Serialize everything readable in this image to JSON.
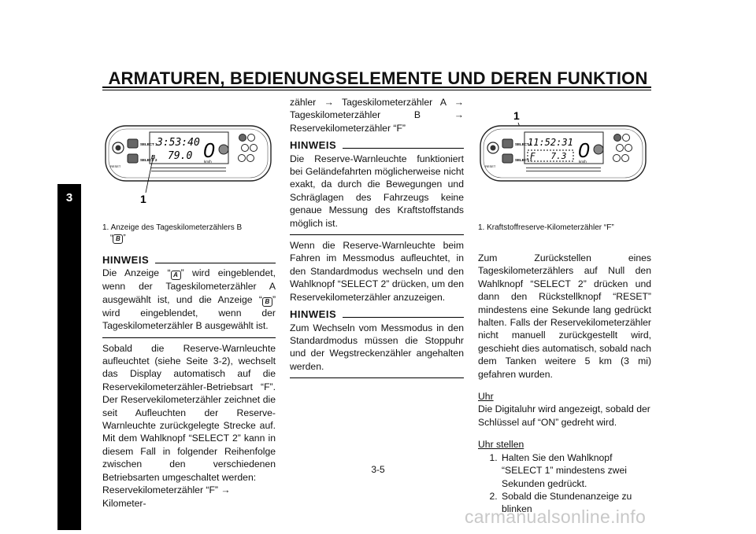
{
  "header": {
    "title": "ARMATUREN, BEDIENUNGSELEMENTE UND DEREN FUNKTION",
    "chapter_tab": "3"
  },
  "figure_left": {
    "callout": "1",
    "display_time": "3:53:40",
    "display_trip": "79.0",
    "display_speed": "0",
    "unit": "km/h",
    "btn_select1": "SELECT 1",
    "btn_select2": "SELECT 2",
    "btn_reset": "RESET",
    "caption_prefix": "1. Anzeige des Tageskilometerzählers B",
    "caption_icon": "B",
    "caption_suffix": "“ ”"
  },
  "col1": {
    "hinweis": "HINWEIS",
    "note_a": "Die Anzeige “",
    "icon_a": "A",
    "note_b": "” wird eingeblendet, wenn der Tageskilometerzähler A ausgewählt ist, und die Anzeige “",
    "icon_b": "B",
    "note_c": "” wird eingeblendet, wenn der Tageskilometerzähler B ausgewählt ist.",
    "body": "Sobald die Reserve-Warnleuchte aufleuchtet (siehe Seite 3-2), wechselt das Display automatisch auf die Reservekilometerzähler-Betriebsart “F”. Der Reservekilometerzähler zeichnet die seit Aufleuchten der Reserve-Warnleuchte zurückgelegte Strecke auf. Mit dem Wahlknopf “SELECT 2” kann in diesem Fall in folgender Reihenfolge zwischen den verschiedenen Betriebsarten umgeschaltet werden:",
    "body_end": "Reservekilometerzähler “F” → Kilometer-"
  },
  "col2": {
    "cont": "zähler → Tageskilometerzähler A → Tageskilometerzähler B → Reservekilometerzähler “F”",
    "hinweis1": "HINWEIS",
    "note1": "Die Reserve-Warnleuchte funktioniert bei Geländefahrten möglicherweise nicht exakt, da durch die Bewegungen und Schräglagen des Fahrzeugs keine genaue Messung des Kraftstoffstands möglich ist.",
    "body": "Wenn die Reserve-Warnleuchte beim Fahren im Messmodus aufleuchtet, in den Standardmodus wechseln und den Wahlknopf “SELECT 2” drücken, um den Reservekilometerzähler anzuzeigen.",
    "hinweis2": "HINWEIS",
    "note2": "Zum Wechseln vom Messmodus in den Standardmodus müssen die Stoppuhr und der Wegstreckenzähler angehalten werden."
  },
  "figure_right": {
    "callout": "1",
    "display_time": "11:52:31",
    "display_fuel": "F   7.3",
    "display_speed": "0",
    "unit": "km/h",
    "btn_select1": "SELECT 1",
    "btn_select2": "SELECT 2",
    "btn_reset": "RESET",
    "caption": "1. Kraftstoffreserve-Kilometerzähler “F”"
  },
  "col3": {
    "reset_text": "Zum Zurückstellen eines Tageskilometerzählers auf Null den Wahlknopf “SELECT 2” drücken und dann den Rückstellknopf “RESET” mindestens eine Sekunde lang gedrückt halten. Falls der Reservekilometerzähler nicht manuell zurückgestellt wird, geschieht dies automatisch, sobald nach dem Tanken weitere 5 km (3 mi) gefahren wurden.",
    "uhr_heading": "Uhr",
    "uhr_text": "Die Digitaluhr wird angezeigt, sobald der Schlüssel auf “ON” gedreht wird.",
    "stellen_heading": "Uhr stellen",
    "steps": [
      "Halten Sie den Wahlknopf “SELECT 1” mindestens zwei Sekunden gedrückt.",
      "Sobald die Stundenanzeige zu blinken"
    ]
  },
  "footer": {
    "page": "3-5",
    "watermark": "carmanualsonline.info"
  }
}
